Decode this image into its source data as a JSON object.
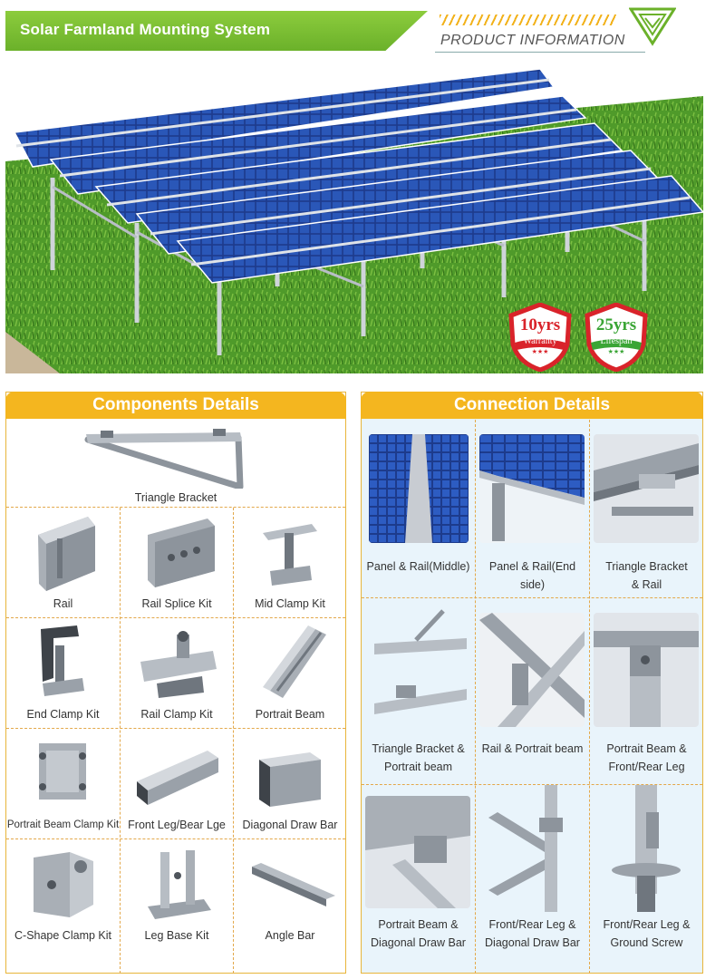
{
  "header": {
    "title": "Solar Farmland Mounting System",
    "subtitle": "PRODUCT INFORMATION"
  },
  "hero": {
    "badges": [
      {
        "number": "10yrs",
        "label": "Warranty",
        "color": "#d9232a"
      },
      {
        "number": "25yrs",
        "label": "Lifespan",
        "color": "#3aa535"
      }
    ],
    "stars": "★★★"
  },
  "components": {
    "title": "Components Details",
    "items": [
      "Triangle Bracket",
      "Rail",
      "Rail Splice Kit",
      "Mid Clamp Kit",
      "End Clamp Kit",
      "Rail Clamp Kit",
      "Portrait Beam",
      "Portrait Beam Clamp Kit",
      "Front Leg/Bear Lge",
      "Diagonal Draw Bar",
      "C-Shape Clamp Kit",
      "Leg Base Kit",
      "Angle Bar"
    ]
  },
  "connections": {
    "title": "Connection Details",
    "items": [
      {
        "line1": "Panel & Rail(Middle)",
        "line2": ""
      },
      {
        "line1": "Panel & Rail(End side)",
        "line2": ""
      },
      {
        "line1": "Triangle Bracket",
        "line2": "& Rail"
      },
      {
        "line1": "Triangle Bracket &",
        "line2": "Portrait beam"
      },
      {
        "line1": "Rail & Portrait beam",
        "line2": ""
      },
      {
        "line1": "Portrait Beam &",
        "line2": "Front/Rear Leg"
      },
      {
        "line1": "Portrait Beam &",
        "line2": "Diagonal Draw Bar"
      },
      {
        "line1": "Front/Rear Leg &",
        "line2": "Diagonal Draw Bar"
      },
      {
        "line1": "Front/Rear Leg &",
        "line2": "Ground Screw"
      }
    ]
  },
  "colors": {
    "brand_green": "#6bb12a",
    "accent_orange": "#f4b61f",
    "panel_blue": "#1f3f8f",
    "grass_green": "#4f9a2a",
    "metal_gray": "#a9afb6"
  }
}
